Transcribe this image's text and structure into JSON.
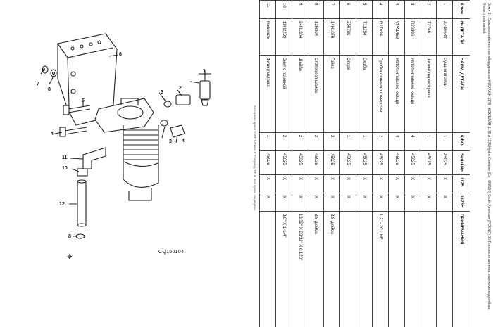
{
  "diagram": {
    "code": "CQ150104",
    "callouts": [
      "6",
      "7",
      "8",
      "9",
      "1",
      "5",
      "3",
      "2",
      "4",
      "4",
      "11",
      "10",
      "12",
      "8",
      "3"
    ]
  },
  "table": {
    "header_line1": "Земл 3 - Сельскохозяйственное оборудование HOMAX/H 1175 - КОМБАЙН 1175 и 1175 Hydro Combine (Ex. -058194) South American (PCKNO) 00 Топливная система и система водоотбора",
    "header_line2": "Фильтр топливный",
    "columns": [
      "Ключ",
      "№ ДЕТАЛИ",
      "НАИМ. ДЕТАЛИ",
      "К-ВО",
      "Serial No.",
      "1175",
      "1175H",
      "ПРИМЕЧАНИЯ"
    ],
    "rows": [
      {
        "key": "1",
        "part": "AZ46538",
        "name": "Ручной клапан",
        "qty": "1",
        "serial": "45025",
        "c1": "X",
        "c2": "X",
        "note": ""
      },
      {
        "key": "2",
        "part": "T27461",
        "name": "Фитинг переходника",
        "qty": "1",
        "serial": "45025",
        "c1": "X",
        "c2": "X",
        "note": ""
      },
      {
        "key": "3",
        "part": "R26386",
        "name": "Уплотнительное кольцо",
        "qty": "4",
        "serial": "45025",
        "c1": "X",
        "c2": "X",
        "note": ""
      },
      {
        "key": "4",
        "part": "VPK1459",
        "name": "Уплотнительное кольцо",
        "qty": "4",
        "serial": "45025",
        "c1": "X",
        "c2": "X",
        "note": ""
      },
      {
        "key": "4",
        "part": "R27094",
        "name": "Пробка сливного отверстия",
        "qty": "2",
        "serial": "45025",
        "c1": "X",
        "c2": "X",
        "note": "1/2\" - 20 UNF"
      },
      {
        "key": "5",
        "part": "T13254",
        "name": "Скоба",
        "qty": "1",
        "serial": "45025",
        "c1": "X",
        "c2": "X",
        "note": ""
      },
      {
        "key": "6",
        "part": "Z56786",
        "name": "Опора",
        "qty": "1",
        "serial": "45025",
        "c1": "X",
        "c2": "X",
        "note": ""
      },
      {
        "key": "7",
        "part": "14H1076",
        "name": "Гайка",
        "qty": "2",
        "serial": "45025",
        "c1": "X",
        "c2": "X",
        "note": "3/8 дюйма"
      },
      {
        "key": "8",
        "part": "12H304",
        "name": "Стопорная шайба",
        "qty": "2",
        "serial": "45025",
        "c1": "X",
        "c2": "X",
        "note": "3/8 дюйма"
      },
      {
        "key": "9",
        "part": "24H1304",
        "name": "Шайба",
        "qty": "2",
        "serial": "45025",
        "c1": "X",
        "c2": "X",
        "note": "13/32\" X 23/32\" X 0.120\""
      },
      {
        "key": "10",
        "part": "19H2239",
        "name": "Винт с головкой",
        "qty": "2",
        "serial": "45025",
        "c1": "X",
        "c2": "X",
        "note": "3/8\" X 1-1/4\""
      },
      {
        "key": "11",
        "part": "RE56605",
        "name": "Фитинг шланга",
        "qty": "1",
        "serial": "45025",
        "c1": "X",
        "c2": "X",
        "note": ""
      }
    ],
    "footer": "Авторское право © 2019 Deere & Company, 2019. Все права защищены."
  }
}
